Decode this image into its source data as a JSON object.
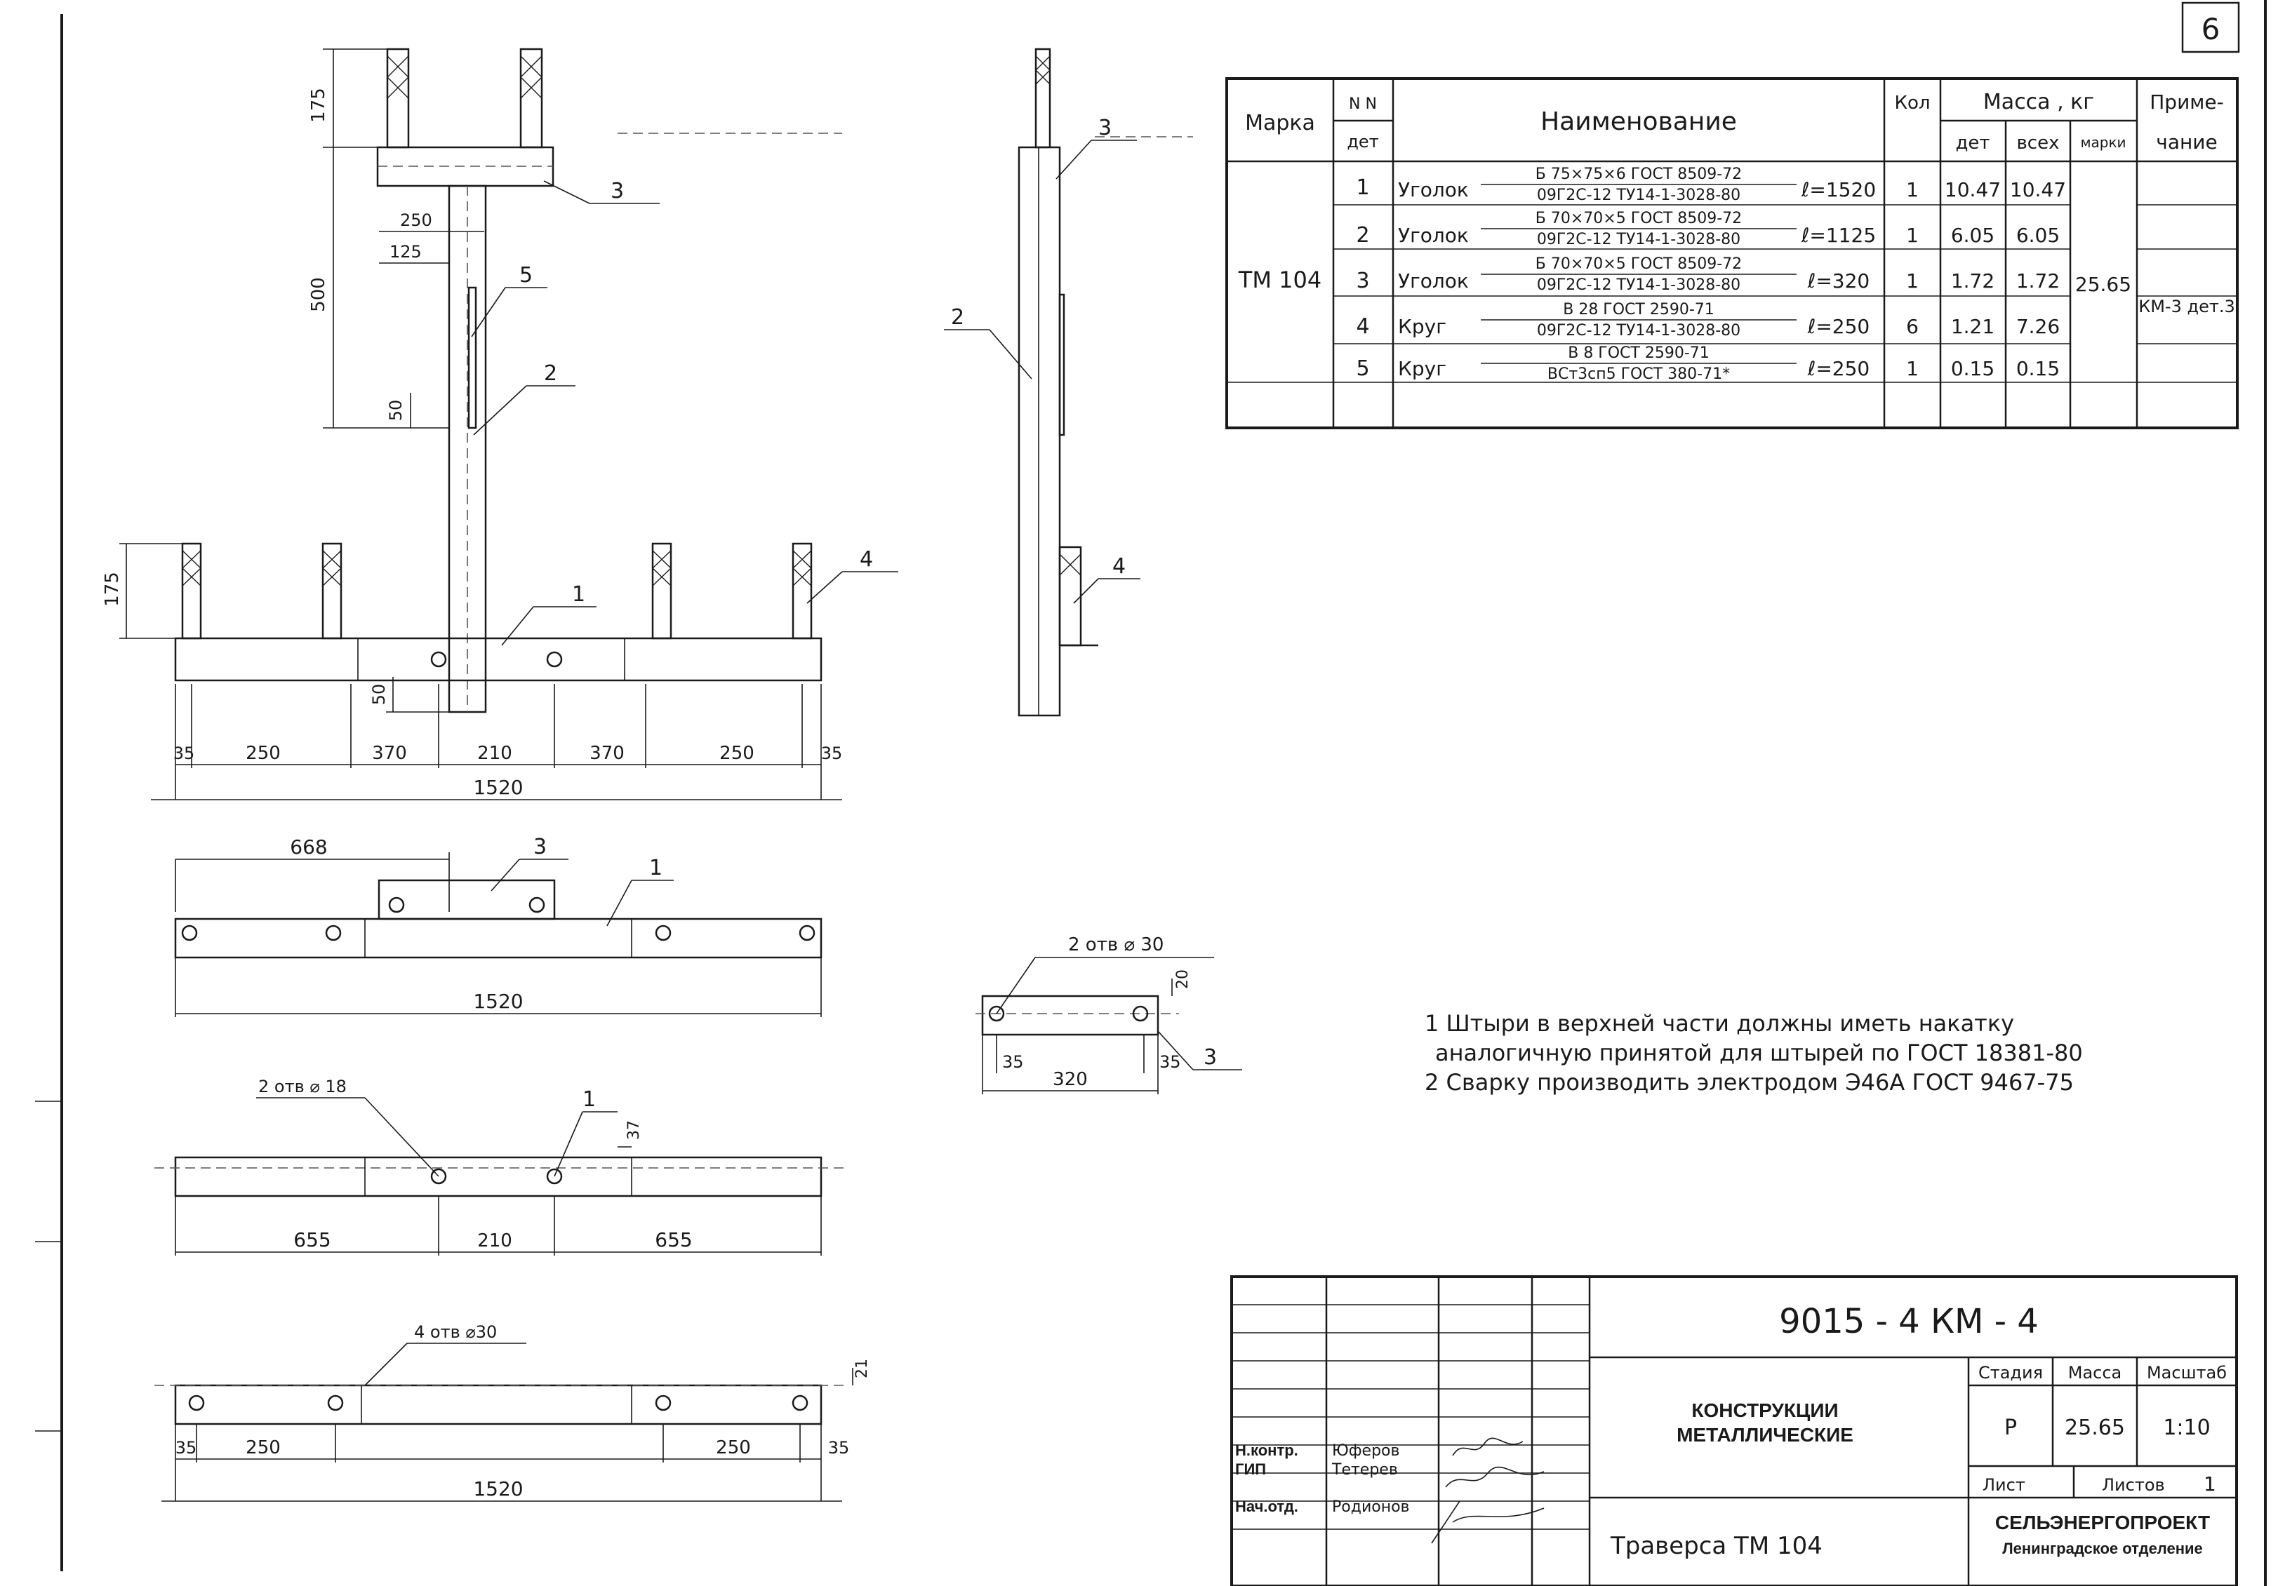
{
  "sheet": {
    "number": "6"
  },
  "spec_table": {
    "headers": {
      "mark": "Марка",
      "det_no_top": "N N",
      "det_no_bottom": "дет",
      "name": "Наименование",
      "qty": "Кол",
      "mass": "Масса , кг",
      "mass_det": "дет",
      "mass_all": "всех",
      "mass_mark": "марки",
      "note_top": "Приме-",
      "note_bottom": "чание"
    },
    "mark": "ТМ 104",
    "mark_mass": "25.65",
    "rows": [
      {
        "no": "1",
        "type": "Уголок",
        "spec_top": "Б 75×75×6  ГОСТ 8509-72",
        "spec_bottom": "09Г2С-12   ТУ14-1-3028-80",
        "len": "ℓ=1520",
        "qty": "1",
        "m_det": "10.47",
        "m_all": "10.47",
        "note": ""
      },
      {
        "no": "2",
        "type": "Уголок",
        "spec_top": "Б 70×70×5  ГОСТ 8509-72",
        "spec_bottom": "09Г2С-12   ТУ14-1-3028-80",
        "len": "ℓ=1125",
        "qty": "1",
        "m_det": "6.05",
        "m_all": "6.05",
        "note": ""
      },
      {
        "no": "3",
        "type": "Уголок",
        "spec_top": "Б 70×70×5  ГОСТ 8509-72",
        "spec_bottom": "09Г2С-12   ТУ14-1-3028-80",
        "len": "ℓ=320",
        "qty": "1",
        "m_det": "1.72",
        "m_all": "1.72",
        "note": ""
      },
      {
        "no": "4",
        "type": "Круг",
        "spec_top": "В 28   ГОСТ 2590-71",
        "spec_bottom": "09Г2С-12   ТУ14-1-3028-80",
        "len": "ℓ=250",
        "qty": "6",
        "m_det": "1.21",
        "m_all": "7.26",
        "note": "КМ-3 дет.3"
      },
      {
        "no": "5",
        "type": "Круг",
        "spec_top": "В 8    ГОСТ 2590-71",
        "spec_bottom": "ВСт3сп5  ГОСТ 380-71*",
        "len": "ℓ=250",
        "qty": "1",
        "m_det": "0.15",
        "m_all": "0.15",
        "note": ""
      }
    ]
  },
  "notes": [
    "1 Штыри  в верхней части должны иметь накатку",
    "аналогичную  принятой  для  штырей по ГОСТ 18381-80",
    "2 Сварку производить электродом  Э46А ГОСТ 9467-75"
  ],
  "dims": {
    "front": {
      "top_pins_h": "175",
      "upper_h": "500",
      "d250": "250",
      "d125": "125",
      "d50a": "50",
      "bottom_pins_h": "175",
      "d50b": "50",
      "row": [
        "35",
        "250",
        "370",
        "210",
        "370",
        "250",
        "35"
      ],
      "total": "1520"
    },
    "view2": {
      "d668": "668",
      "total": "1520"
    },
    "view3": {
      "holes": "2 отв ⌀ 18",
      "d37": "37",
      "row": [
        "655",
        "210",
        "655"
      ]
    },
    "view4": {
      "holes": "4 отв ⌀30",
      "d21": "21",
      "row": [
        "35",
        "250",
        "250",
        "35"
      ],
      "total": "1520"
    },
    "part3": {
      "holes": "2 отв ⌀ 30",
      "d20": "20",
      "d35a": "35",
      "d35b": "35",
      "len": "320"
    }
  },
  "callouts": {
    "c1": "1",
    "c2": "2",
    "c3": "3",
    "c4": "4",
    "c5": "5"
  },
  "title_block": {
    "code": "9015 - 4  КМ - 4",
    "title_line1": "КОНСТРУКЦИИ",
    "title_line2": "МЕТАЛЛИЧЕСКИЕ",
    "sheet_name": "Траверса  ТМ 104",
    "stage_h": "Стадия",
    "mass_h": "Масса",
    "scale_h": "Масштаб",
    "stage": "Р",
    "mass": "25.65",
    "scale": "1:10",
    "list_h": "Лист",
    "lists_h": "Листов",
    "lists": "1",
    "org1": "СЕЛЬЭНЕРГОПРОЕКТ",
    "org2": "Ленинградское отделение",
    "roles": [
      "Н.контр.",
      "ГИП",
      "Нач.отд."
    ],
    "people": [
      "Юферов",
      "Тетерев",
      "Родионов"
    ]
  }
}
